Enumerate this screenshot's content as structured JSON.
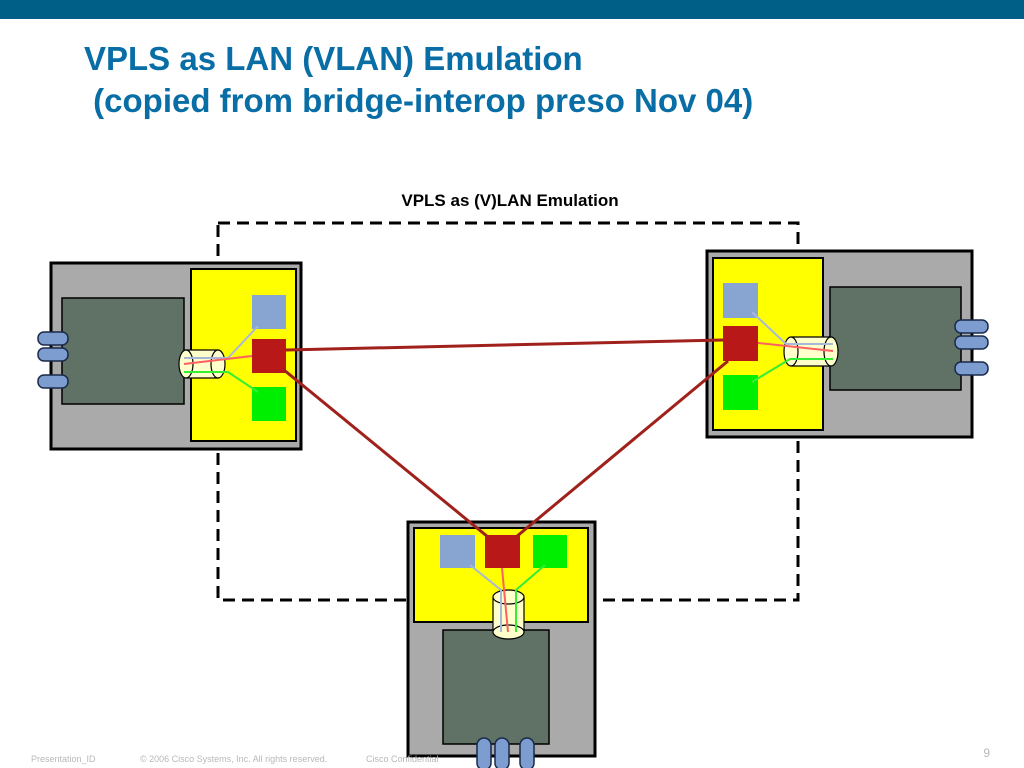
{
  "slide": {
    "title_line1": "VPLS as LAN (VLAN) Emulation",
    "title_line2": " (copied from bridge-interop preso Nov 04)",
    "diagram_label": "VPLS as (V)LAN Emulation",
    "page_number": "9"
  },
  "footer": {
    "presentation_id": "Presentation_ID",
    "copyright": "© 2006 Cisco Systems, Inc. All rights reserved.",
    "confidential": "Cisco Confidential"
  },
  "colors": {
    "header_bar": "#005f86",
    "title": "#0a6ea6",
    "outer_box": "#aaaaaa",
    "inner_box": "#5f7265",
    "yellow_panel": "#ffff00",
    "blue_square": "#88a4d0",
    "red_square": "#b81818",
    "green_square": "#00ee00",
    "link_line": "#a0201c",
    "red_wire": "#ff6060",
    "green_wire": "#33ee33",
    "blue_wire": "#a8b8d8",
    "port": "#7d9cd0"
  }
}
